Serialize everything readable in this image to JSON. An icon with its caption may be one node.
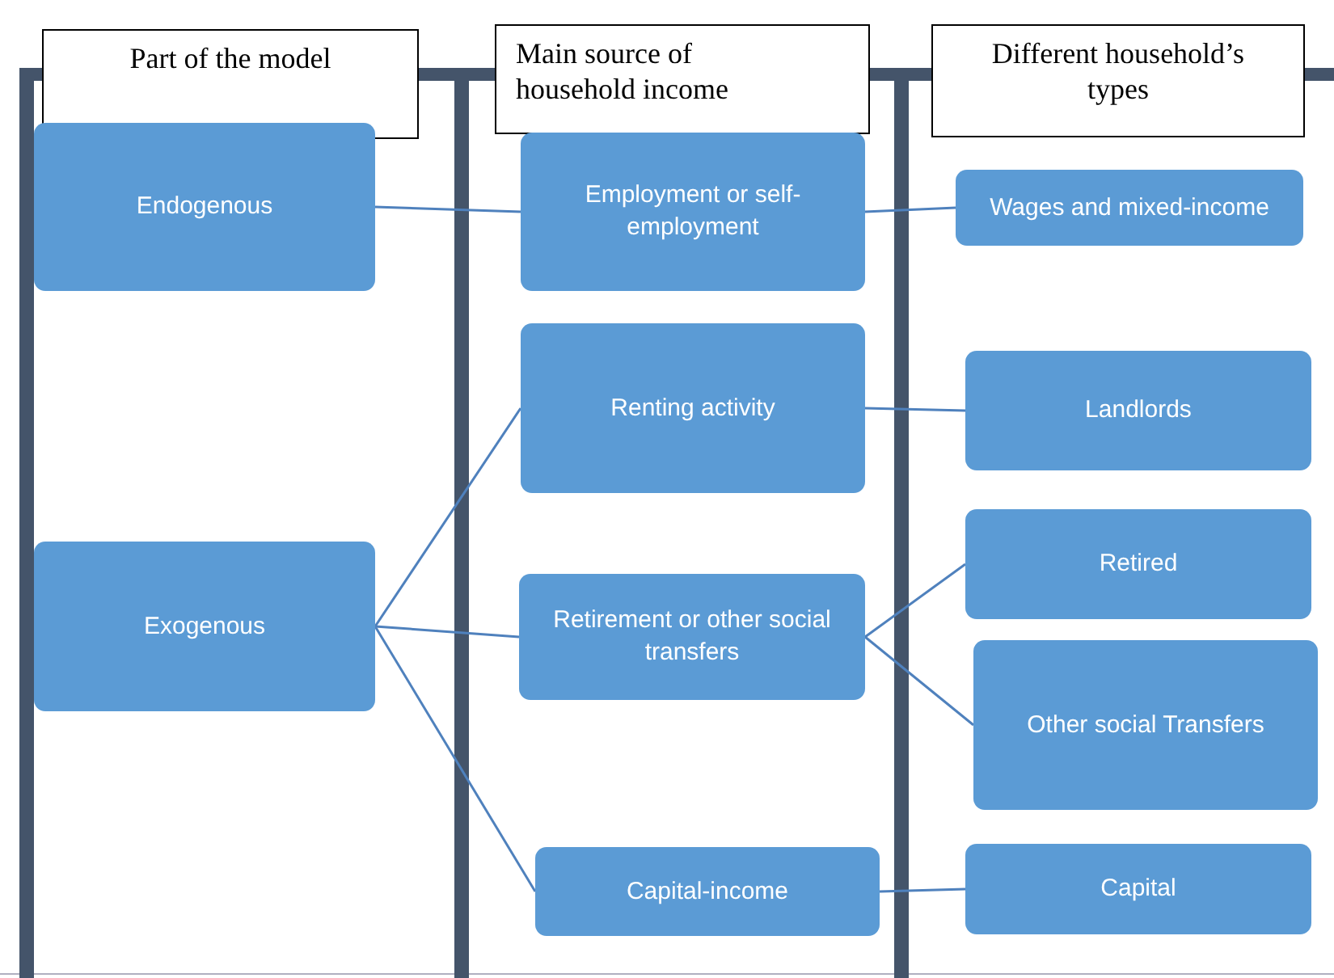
{
  "diagram": {
    "nodes": [
      {
        "text": [
          "Part of the model"
        ]
      },
      {
        "text": [
          "Endogenous"
        ],
        "in": 0
      },
      {
        "text": [
          "Exogenous"
        ],
        "in": 0
      },
      {
        "text": [
          "Main source of household income"
        ]
      },
      {
        "text": [
          "Employment or self-employment"
        ],
        "in": 3
      },
      {
        "text": [
          "Renting activity"
        ],
        "in": 3
      },
      {
        "text": [
          "Retirement or other social transfers"
        ],
        "in": 3
      },
      {
        "text": [
          "Capital-income"
        ],
        "in": 3
      },
      {
        "text": [
          "Different household’s types"
        ]
      },
      {
        "text": [
          "Wages and mixed-income"
        ],
        "in": 8
      },
      {
        "text": [
          "Landlords"
        ],
        "in": 8
      },
      {
        "text": [
          "Retired"
        ],
        "in": 8
      },
      {
        "text": [
          "Other social Transfers"
        ],
        "in": 8
      },
      {
        "text": [
          "Capital"
        ],
        "in": 8
      }
    ],
    "edges": [
      {
        "from": 1,
        "to": 4,
        "arrow": "none"
      },
      {
        "from": 4,
        "to": 9,
        "arrow": "none"
      },
      {
        "from": 2,
        "to": 5,
        "arrow": "none"
      },
      {
        "from": 2,
        "to": 6,
        "arrow": "none"
      },
      {
        "from": 2,
        "to": 7,
        "arrow": "none"
      },
      {
        "from": 5,
        "to": 10,
        "arrow": "none"
      },
      {
        "from": 6,
        "to": 11,
        "arrow": "none"
      },
      {
        "from": 6,
        "to": 12,
        "arrow": "none"
      },
      {
        "from": 7,
        "to": 13,
        "arrow": "none"
      }
    ]
  }
}
